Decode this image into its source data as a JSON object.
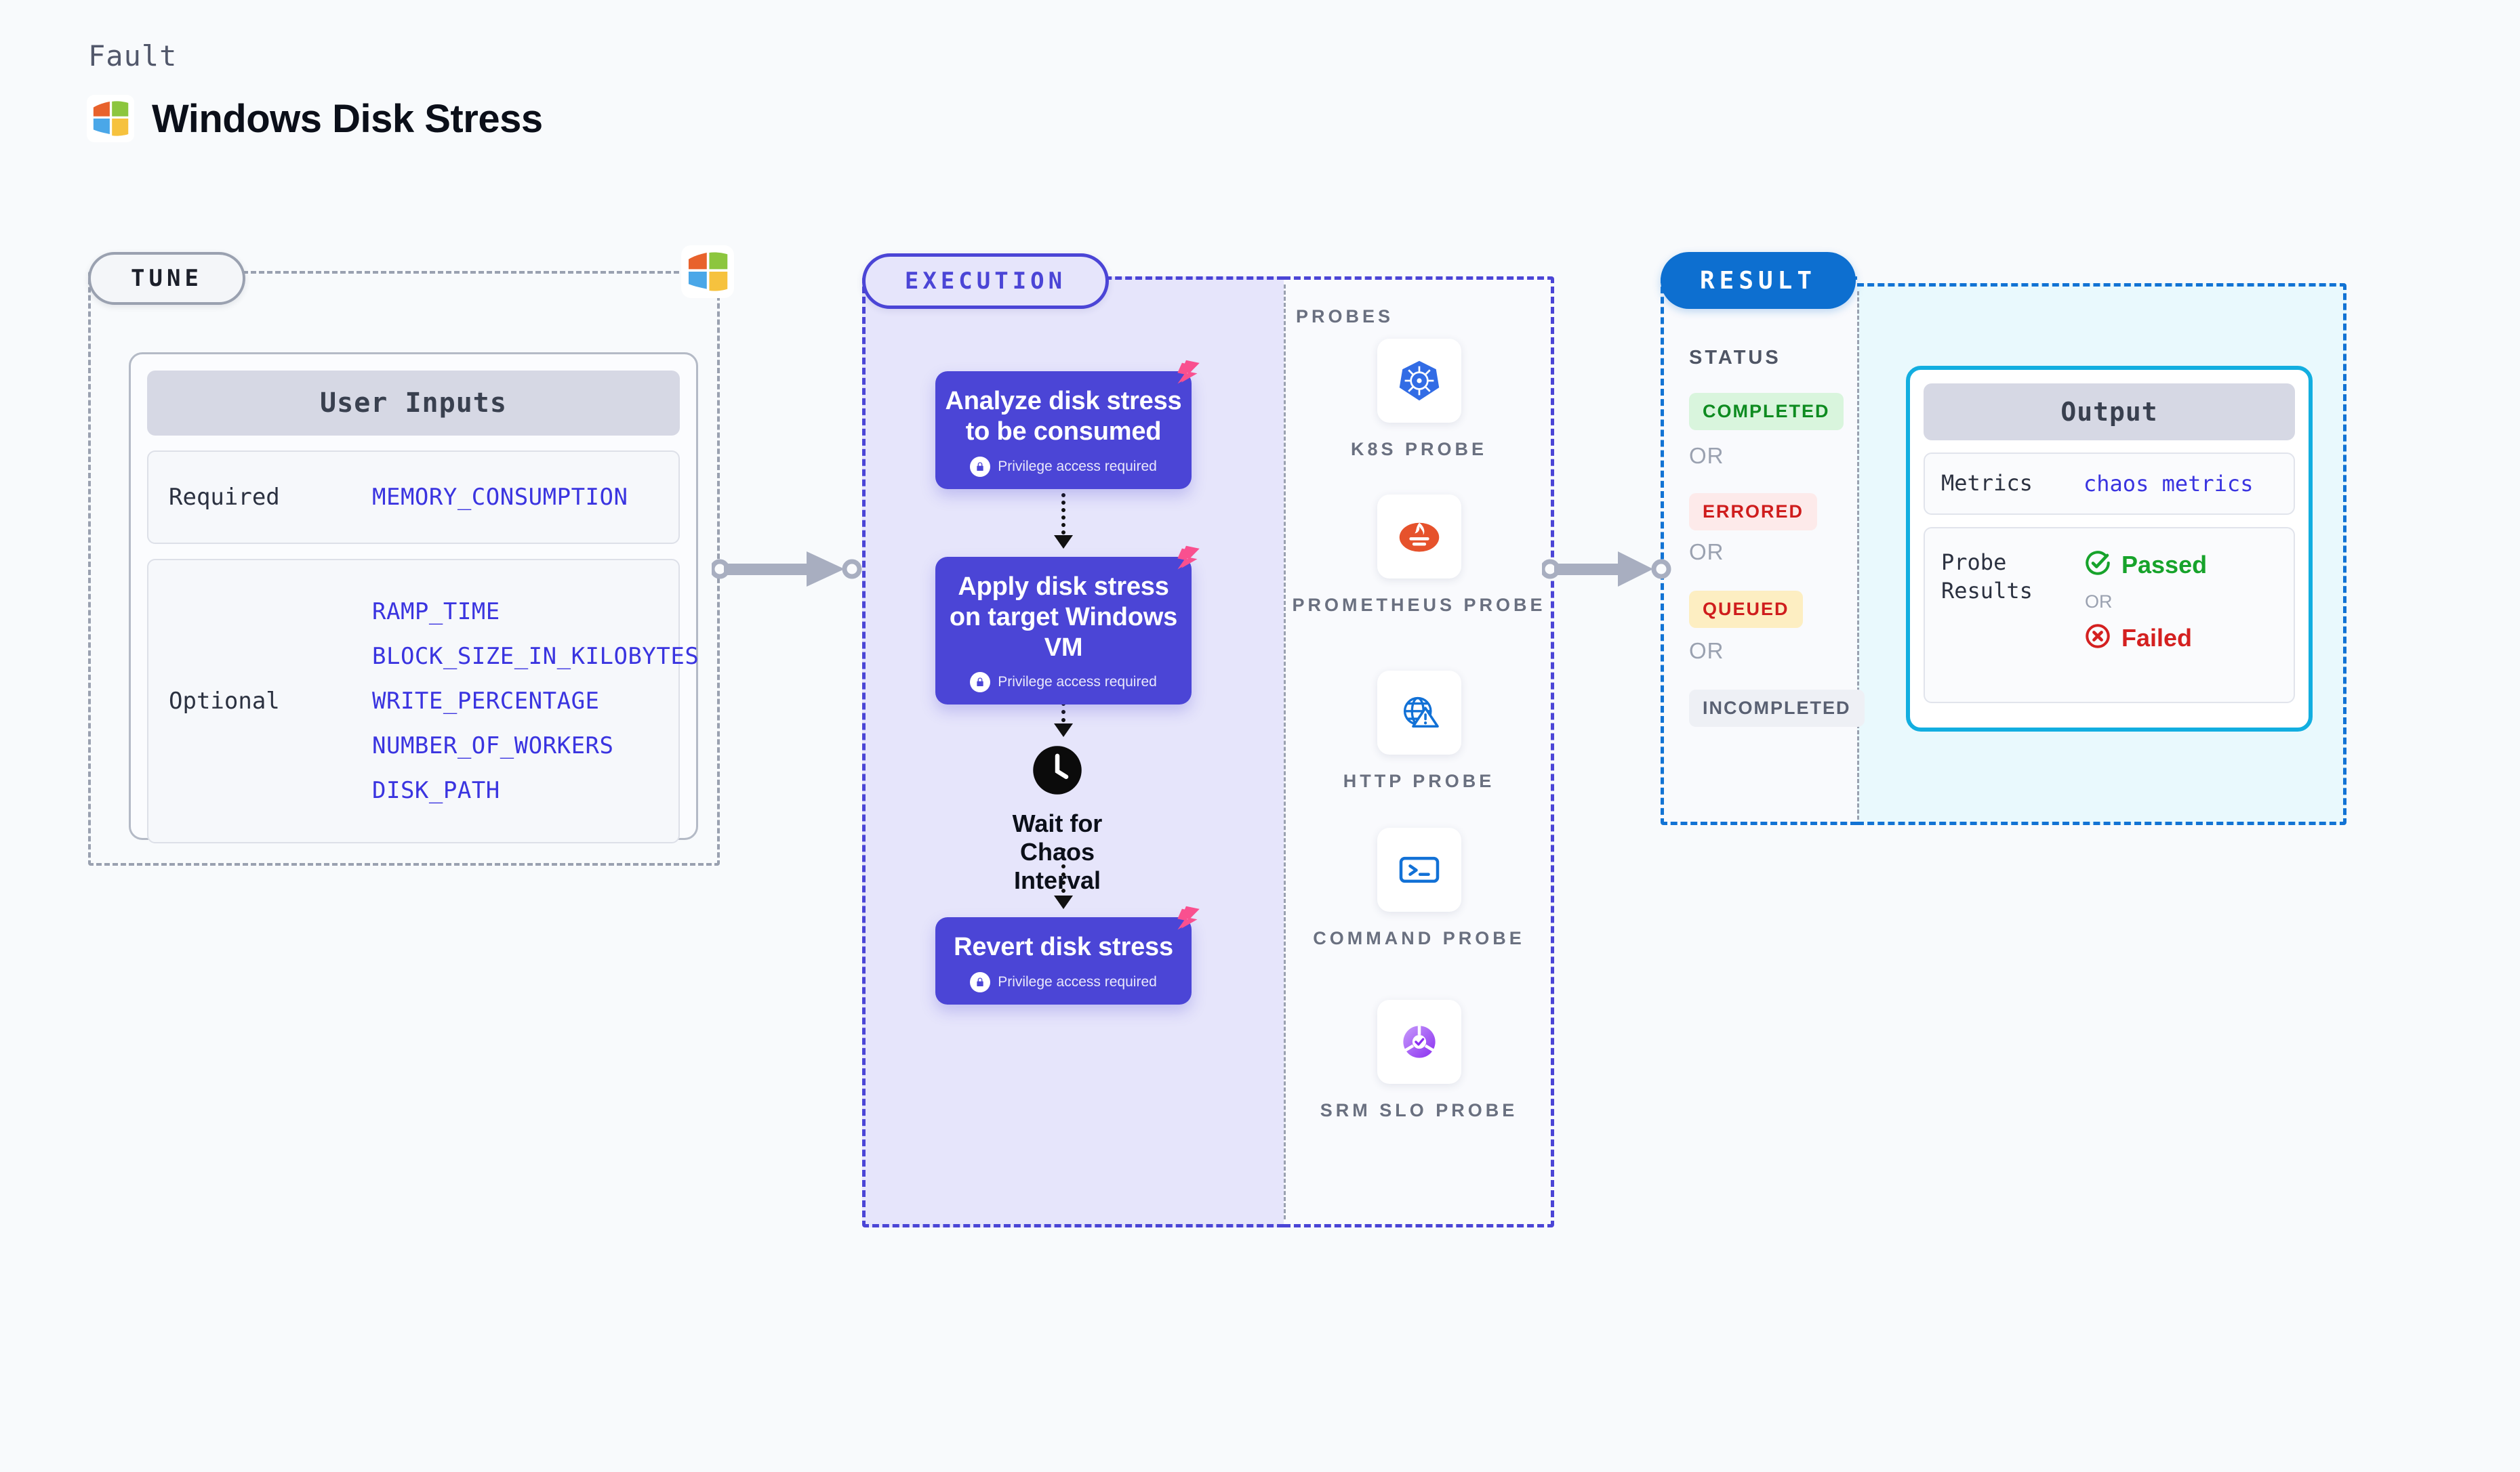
{
  "header": {
    "eyebrow": "Fault",
    "title": "Windows Disk Stress",
    "logo_icon": "windows-logo-icon"
  },
  "tune": {
    "pill_label": "TUNE",
    "logo_icon": "windows-logo-icon",
    "card": {
      "title": "User Inputs",
      "required_label": "Required",
      "required_values": [
        "MEMORY_CONSUMPTION"
      ],
      "optional_label": "Optional",
      "optional_values": [
        "RAMP_TIME",
        "BLOCK_SIZE_IN_KILOBYTES",
        "WRITE_PERCENTAGE",
        "NUMBER_OF_WORKERS",
        "DISK_PATH"
      ]
    }
  },
  "execution": {
    "pill_label": "EXECUTION",
    "privilege_note": "Privilege access required",
    "steps": [
      {
        "title": "Analyze disk stress to be consumed",
        "privileged": true,
        "badge_icon": "harness-chaos-icon"
      },
      {
        "title": "Apply disk stress on target Windows VM",
        "privileged": true,
        "badge_icon": "harness-chaos-icon"
      },
      {
        "title": "Revert disk stress",
        "privileged": true,
        "badge_icon": "harness-chaos-icon"
      }
    ],
    "wait": {
      "label": "Wait for Chaos Interval",
      "icon": "clock-icon"
    }
  },
  "probes": {
    "section_title": "PROBES",
    "items": [
      {
        "label": "K8S  PROBE",
        "icon": "kubernetes-icon"
      },
      {
        "label": "PROMETHEUS PROBE",
        "icon": "prometheus-icon"
      },
      {
        "label": "HTTP  PROBE",
        "icon": "http-globe-icon"
      },
      {
        "label": "COMMAND PROBE",
        "icon": "command-terminal-icon"
      },
      {
        "label": "SRM SLO PROBE",
        "icon": "srm-slo-icon"
      }
    ]
  },
  "result": {
    "pill_label": "RESULT",
    "status_title": "STATUS",
    "or_label": "OR",
    "statuses": [
      {
        "label": "COMPLETED",
        "bg": "#d9f5dd",
        "fg": "#0e8b20"
      },
      {
        "label": "ERRORED",
        "bg": "#fdeaea",
        "fg": "#cf1d1d"
      },
      {
        "label": "QUEUED",
        "bg": "#fdeec2",
        "fg": "#cf1d1d"
      },
      {
        "label": "INCOMPLETED",
        "bg": "#eef0f5",
        "fg": "#596072"
      }
    ]
  },
  "output": {
    "title": "Output",
    "metrics_label": "Metrics",
    "metrics_value": "chaos metrics",
    "probe_results_label": "Probe Results",
    "passed_label": "Passed",
    "failed_label": "Failed",
    "or_label": "OR",
    "passed_icon": "check-circle-icon",
    "failed_icon": "x-circle-icon"
  },
  "colors": {
    "accent_purple": "#4b45d6",
    "accent_blue": "#0d6fd0",
    "accent_cyan": "#12aee0",
    "mono_blue": "#3a34e0",
    "pink_badge": "#f9508f",
    "page_bg": "#f8fafc"
  }
}
